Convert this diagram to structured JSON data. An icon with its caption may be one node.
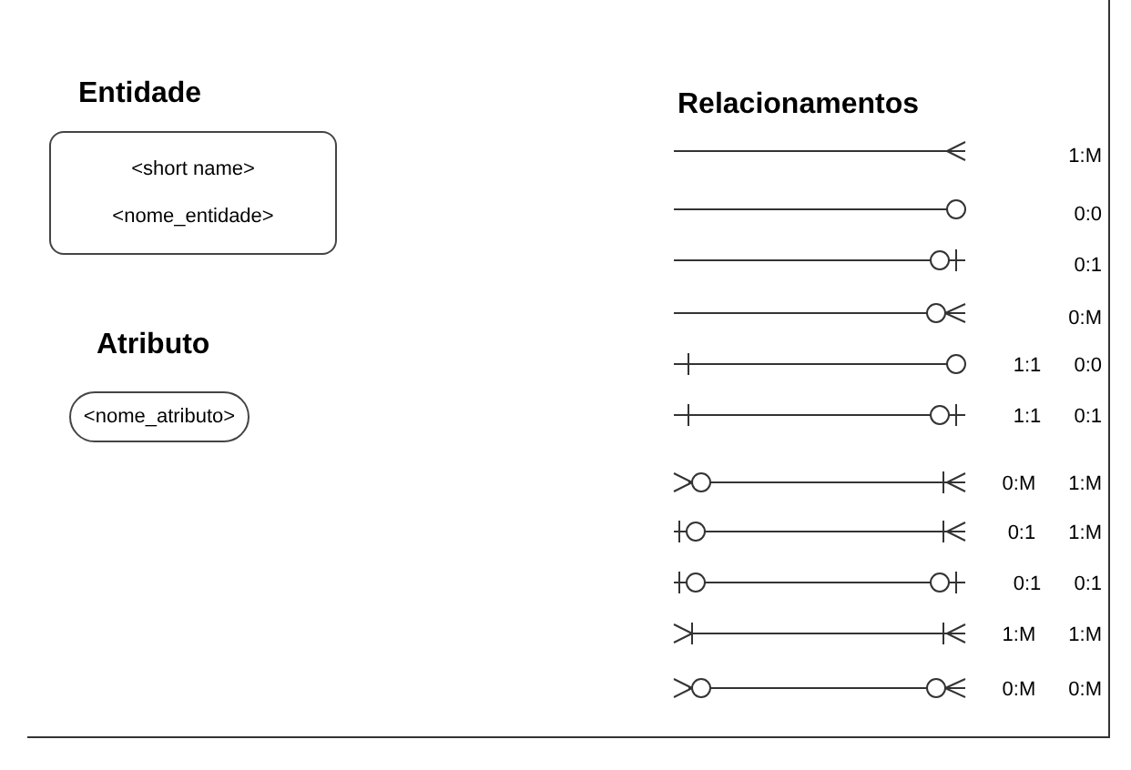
{
  "diagram": {
    "nodes": [
      {
        "text": [
          "Entidade",
          "<short name>",
          "<nome_entidade>"
        ]
      },
      {
        "text": [
          "Atributo",
          "<nome_atributo>"
        ]
      }
    ],
    "edges": [],
    "labels": [
      "Relacionamentos"
    ],
    "legend": [
      {
        "text": "1:M"
      },
      {
        "text": "0:0"
      },
      {
        "text": "0:1"
      },
      {
        "text": "0:M"
      },
      {
        "text": "1:1 0:0"
      },
      {
        "text": "1:1 0:1"
      },
      {
        "text": "0:M 1:M"
      },
      {
        "text": "0:1 1:M"
      },
      {
        "text": "0:1 0:1"
      },
      {
        "text": "1:M 1:M"
      },
      {
        "text": "0:M 0:M"
      }
    ]
  }
}
